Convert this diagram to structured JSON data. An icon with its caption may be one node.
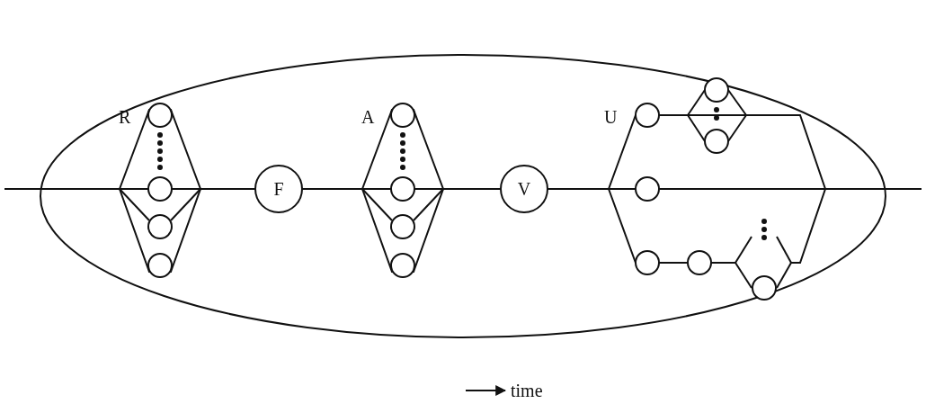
{
  "diagram": {
    "nodes": [
      {
        "text": [
          "F"
        ]
      },
      {
        "text": [
          "V"
        ]
      }
    ],
    "labels": [
      "R",
      "A",
      "U",
      "time"
    ]
  }
}
